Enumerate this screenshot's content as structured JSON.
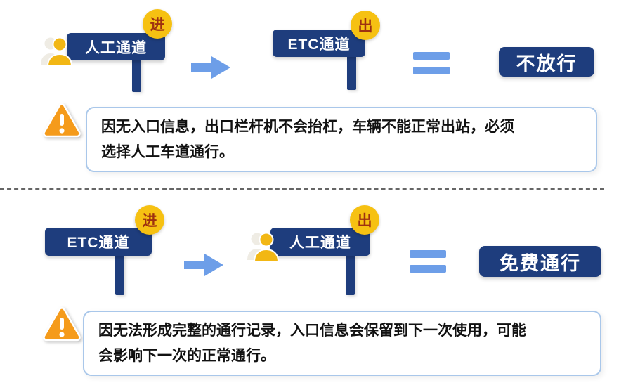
{
  "colors": {
    "navy": "#1e3d7d",
    "gold": "#f6c112",
    "badge_text": "#9e3110",
    "blue": "#6d9ee8",
    "border": "#a9c7ea",
    "orange": "#f59b1b"
  },
  "sections": [
    {
      "left_sign": {
        "label": "人工通道",
        "badge": "进"
      },
      "right_sign": {
        "label": "ETC通道",
        "badge": "出"
      },
      "result": "不放行",
      "note": "因无入口信息，出口栏杆机不会抬杠，车辆不能正常出站，必须\n选择人工车道通行。"
    },
    {
      "left_sign": {
        "label": "ETC通道",
        "badge": "进"
      },
      "right_sign": {
        "label": "人工通道",
        "badge": "出"
      },
      "result": "免费通行",
      "note": "因无法形成完整的通行记录，入口信息会保留到下一次使用，可能\n会影响下一次的正常通行。"
    }
  ]
}
